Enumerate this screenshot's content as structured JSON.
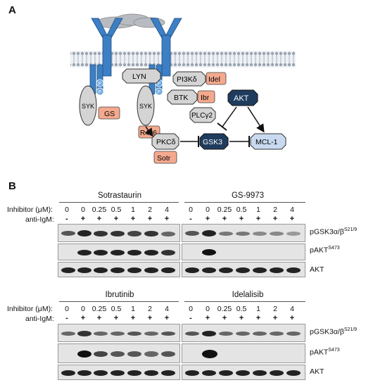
{
  "panelA": {
    "letter": "A",
    "nodes": {
      "lyn": "LYN",
      "pi3k": "PI3Kδ",
      "idel": "Idel",
      "btk": "BTK",
      "ibr": "Ibr",
      "plcg2": "PLCγ2",
      "akt": "AKT",
      "syk1": "SYK",
      "syk2": "SYK",
      "gs": "GS",
      "r406": "R406",
      "pkcd": "PKCδ",
      "sotr": "Sotr",
      "gsk3": "GSK3",
      "mcl1": "MCL-1",
      "p": "P"
    },
    "colors": {
      "drug": "#f4a98e",
      "dark": "#1f3c5e",
      "lightblue": "#c9daf0",
      "receptor": "#3d7fc4",
      "gray": "#d4d4d4"
    }
  },
  "panelB": {
    "letter": "B",
    "inhibitor_label": "Inhibitor (μM):",
    "antiigm_label": "anti-IgM:",
    "concentrations": [
      "0",
      "0",
      "0.25",
      "0.5",
      "1",
      "2",
      "4"
    ],
    "igm": [
      "-",
      "+",
      "+",
      "+",
      "+",
      "+",
      "+"
    ],
    "row_labels": {
      "pgsk": "pGSK3α/β",
      "pgsk_sup": "S21/9",
      "pakt": "pAKT",
      "pakt_sup": "S473",
      "akt": "AKT"
    },
    "blocks": [
      {
        "name": "Sotrastaurin"
      },
      {
        "name": "GS-9973"
      },
      {
        "name": "Ibrutinib"
      },
      {
        "name": "Idelalisib"
      }
    ]
  }
}
